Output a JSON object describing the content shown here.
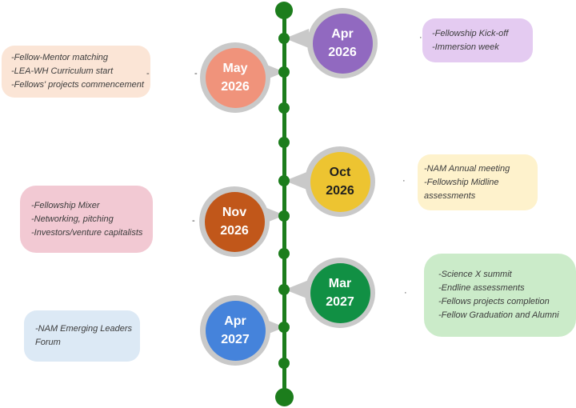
{
  "diagram": {
    "type": "vertical-timeline",
    "line_color": "#1C7D1C",
    "ring_color": "#C9C9C9",
    "background": "#FFFFFF",
    "small_dot_count": 10,
    "endpoint_dot_count": 2
  },
  "stray_marks": {
    "dot": "·",
    "dash": "-"
  },
  "milestones": [
    {
      "id": "apr-2026",
      "month": "Apr",
      "year": "2026",
      "side_of_line": "right",
      "circle_color": "#9169C0",
      "label_color": "#FFFFFF",
      "box_color": "#E4CBF1",
      "events": [
        "-Fellowship Kick-off",
        "-Immersion week"
      ]
    },
    {
      "id": "may-2026",
      "month": "May",
      "year": "2026",
      "side_of_line": "left",
      "circle_color": "#F0937B",
      "label_color": "#FFFFFF",
      "box_color": "#FBE5D6",
      "events": [
        "-Fellow-Mentor matching",
        "-LEA-WH Curriculum start",
        "-Fellows' projects commencement"
      ]
    },
    {
      "id": "oct-2026",
      "month": "Oct",
      "year": "2026",
      "side_of_line": "right",
      "circle_color": "#EDC431",
      "label_color": "#1F1F1F",
      "box_color": "#FEF2CC",
      "events": [
        "-NAM Annual meeting",
        "-Fellowship Midline assessments"
      ]
    },
    {
      "id": "nov-2026",
      "month": "Nov",
      "year": "2026",
      "side_of_line": "left",
      "circle_color": "#C1571A",
      "label_color": "#FFFFFF",
      "box_color": "#F2C9D3",
      "events": [
        "-Fellowship Mixer",
        "-Networking, pitching",
        "-Investors/venture capitalists"
      ]
    },
    {
      "id": "mar-2027",
      "month": "Mar",
      "year": "2027",
      "side_of_line": "right",
      "circle_color": "#119044",
      "label_color": "#FFFFFF",
      "box_color": "#CBEBC9",
      "events": [
        "-Science X summit",
        "-Endline assessments",
        "-Fellows projects completion",
        "-Fellow Graduation and Alumni"
      ]
    },
    {
      "id": "apr-2027",
      "month": "Apr",
      "year": "2027",
      "side_of_line": "left",
      "circle_color": "#4583DB",
      "label_color": "#FFFFFF",
      "box_color": "#DCE9F5",
      "events": [
        "-NAM Emerging Leaders Forum"
      ]
    }
  ]
}
